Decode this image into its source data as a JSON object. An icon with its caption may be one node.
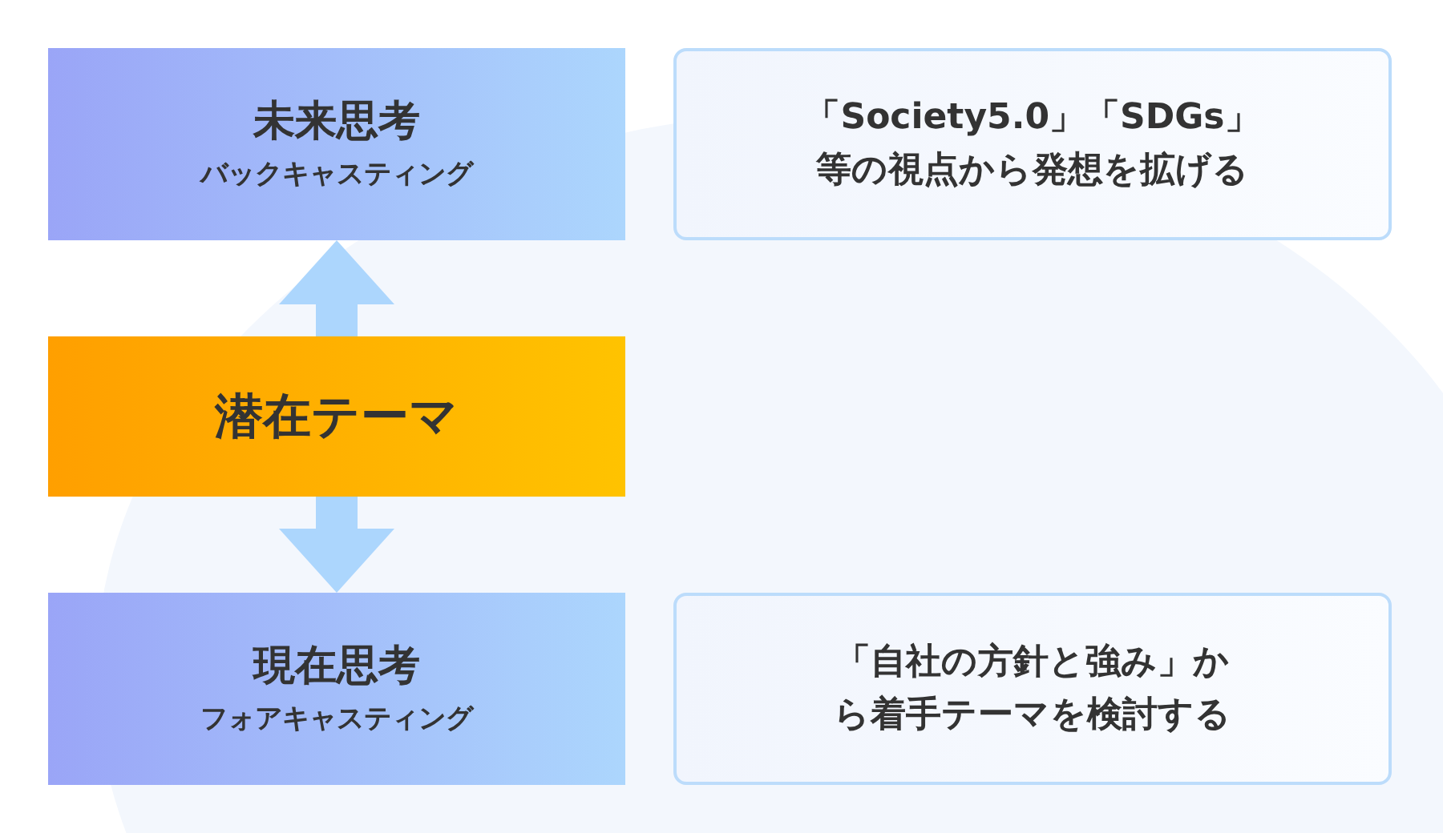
{
  "diagram": {
    "nodes": [
      {
        "text": [
          "未来思考",
          "バックキャスティング"
        ]
      },
      {
        "text": [
          "「Society5.0」「SDGs」等の視点から発想を拡げる"
        ]
      },
      {
        "text": [
          "潜在テーマ"
        ]
      },
      {
        "text": [
          "現在思考",
          "フォアキャスティング"
        ]
      },
      {
        "text": [
          "「自社の方針と強み」から着手テーマを検討する"
        ]
      }
    ],
    "edges": [
      {
        "from": 2,
        "to": 0,
        "arrow": "to"
      },
      {
        "from": 2,
        "to": 3,
        "arrow": "to"
      }
    ]
  }
}
